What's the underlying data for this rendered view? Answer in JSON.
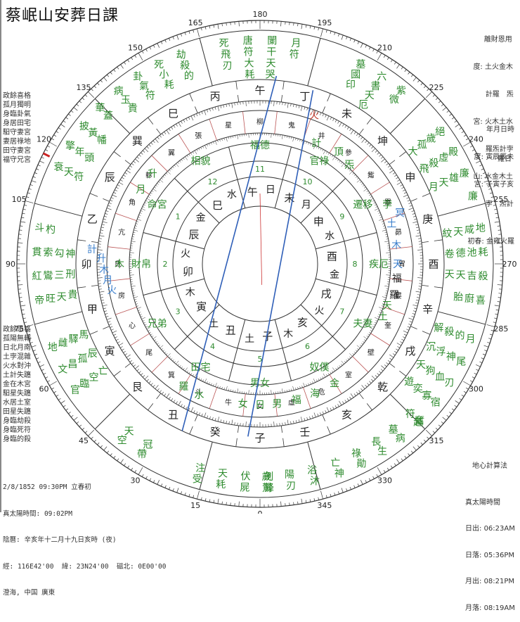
{
  "title": "蔡岷山安葬日課",
  "top_right": {
    "header": "離財恩用",
    "rows": [
      {
        "label": "度:",
        "lines": [
          "土火金木",
          "計羅　炁"
        ]
      },
      {
        "label": "宮:",
        "lines": [
          "火木土水",
          "羅炁計孛"
        ]
      },
      {
        "label": "山:",
        "lines": [
          "水金木土",
          "孛　炁計"
        ]
      }
    ],
    "initial": {
      "label": "初春:",
      "value": "金雍火羅"
    }
  },
  "mid_right": {
    "header": "年月日時",
    "rows": [
      {
        "label": "度:",
        "value": "寅辰辰未"
      },
      {
        "label": "宮:",
        "value": "子寅子亥"
      }
    ],
    "note": "羅日"
  },
  "left_top_list": [
    "政餘喜格",
    "孤月獨明",
    "身臨卦氣",
    "身居田宅",
    "馹守妻宮",
    "妻居祿地",
    "田守妻宮",
    "福守兄宮"
  ],
  "left_bottom_list": [
    "政餘忌格",
    "孤陽無輔",
    "日北月南",
    "土孛混雜",
    "火水對沖",
    "土計失躔",
    "金在木宮",
    "馹星失躔",
    "水居土室",
    "田星失躔",
    "身臨劫殺",
    "身臨死符",
    "身臨的殺"
  ],
  "bottom_left": {
    "line1": "2/8/1852 09:30PM 立春初",
    "line2": "真太陽時間: 09:02PM",
    "line3": "陰曆: 辛亥年十二月十九日亥時 (夜)",
    "line4": "經: 116E42'00  緯: 23N24'00  磁北: 0E00'00",
    "line5": "澄海, 中国 廣東"
  },
  "bottom_right": {
    "method": "地心計算法",
    "solar_time_label": "真太陽時間",
    "rows": [
      {
        "label": "日出:",
        "value": "06:23AM"
      },
      {
        "label": "日落:",
        "value": "05:36PM"
      },
      {
        "label": "月出:",
        "value": "08:21PM"
      },
      {
        "label": "月落:",
        "value": "08:19AM"
      }
    ]
  },
  "wheel": {
    "degree_labels": [
      "0",
      "15",
      "30",
      "45",
      "60",
      "75",
      "90",
      "105",
      "120",
      "135",
      "150",
      "165",
      "180",
      "195",
      "210",
      "225",
      "240",
      "255",
      "270",
      "285",
      "300",
      "315",
      "330",
      "345"
    ],
    "mountains_24": [
      "子",
      "癸",
      "丑",
      "艮",
      "寅",
      "甲",
      "卯",
      "乙",
      "辰",
      "巽",
      "巳",
      "丙",
      "午",
      "丁",
      "未",
      "坤",
      "申",
      "庚",
      "酉",
      "辛",
      "戌",
      "乾",
      "亥",
      "壬"
    ],
    "mansions_28": [
      "女",
      "牛",
      "斗",
      "箕",
      "尾",
      "心",
      "房",
      "氐",
      "亢",
      "角",
      "軫",
      "翼",
      "張",
      "星",
      "柳",
      "鬼",
      "井",
      "參",
      "觜",
      "畢",
      "昴",
      "胃",
      "婁",
      "奎",
      "壁",
      "室",
      "危",
      "虛"
    ],
    "palace_branches": [
      {
        "branch": "子",
        "element": "土"
      },
      {
        "branch": "丑",
        "element": "土"
      },
      {
        "branch": "寅",
        "element": "木"
      },
      {
        "branch": "卯",
        "element": "火"
      },
      {
        "branch": "辰",
        "element": "金"
      },
      {
        "branch": "巳",
        "element": "水"
      },
      {
        "branch": "午",
        "element": "日"
      },
      {
        "branch": "未",
        "element": "月"
      },
      {
        "branch": "申",
        "element": "水"
      },
      {
        "branch": "酉",
        "element": "金"
      },
      {
        "branch": "戌",
        "element": "火"
      },
      {
        "branch": "亥",
        "element": "木"
      }
    ],
    "house_numbers": [
      "5",
      "4",
      "3",
      "2",
      "1",
      "12",
      "11",
      "10",
      "9",
      "8",
      "7",
      "6"
    ],
    "houses_12": [
      "男女",
      "田宅",
      "兄弟",
      "財帛",
      "命宮",
      "相貌",
      "福德",
      "官祿",
      "遷移",
      "疾厄",
      "夫妻",
      "奴僕"
    ],
    "planets_inner": [
      "日",
      "福",
      "海",
      "金",
      "水",
      "羅",
      "木",
      "升",
      "月",
      "火",
      "計",
      "頂",
      "炁",
      "天",
      "冥",
      "孛",
      "土"
    ],
    "outer_stars": [
      {
        "angle": 7,
        "text": [
          "鋒劍",
          "屍伏",
          "耗天",
          "受注"
        ]
      },
      {
        "angle": 352,
        "text": [
          "沐浴",
          "刃陽",
          "駕歲"
        ]
      },
      {
        "angle": 333,
        "text": [
          "生長",
          "勛祿",
          "神亡"
        ]
      },
      {
        "angle": 318,
        "text": [
          "越符",
          "病墓"
        ]
      },
      {
        "angle": 302,
        "text": [
          "月的殺解",
          "尾神浮沉",
          "刃血狗天",
          "宿寡奕遊",
          "奮"
        ]
      },
      {
        "angle": 270,
        "text": [
          "地咸天紋",
          "耗池德卷",
          "殺吉天天",
          "喜廚胎"
        ]
      },
      {
        "angle": 243,
        "text": [
          "絕歲孤大",
          "殿虛殺飛",
          "廉雄天月",
          "廉"
        ]
      },
      {
        "angle": 213,
        "text": [
          "墓國印",
          "六書天厄",
          "紫微"
        ]
      },
      {
        "angle": 180,
        "text": [
          "死飛刃",
          "唐符大耗",
          "闌干天哭",
          "月符"
        ]
      },
      {
        "angle": 150,
        "text": [
          "病玉貴",
          "卦氣符",
          "死小耗",
          "劫殺的"
        ]
      },
      {
        "angle": 125,
        "text": [
          "衰天符",
          "擎年頭",
          "披黃幡",
          "華蓋"
        ]
      },
      {
        "angle": 90,
        "text": [
          "帝旺天貴",
          "紅鸞三刑",
          "貫索勾神",
          "斗杓"
        ]
      },
      {
        "angle": 62,
        "text": [
          "官臨空亡",
          "文昌孤辰",
          "地雌驛馬"
        ]
      },
      {
        "angle": 35,
        "text": [
          "帶冠",
          "空天"
        ]
      }
    ]
  },
  "chart_data": {
    "type": "table",
    "title": "蔡岷山安葬日課",
    "degree_ticks_step": 15
  }
}
